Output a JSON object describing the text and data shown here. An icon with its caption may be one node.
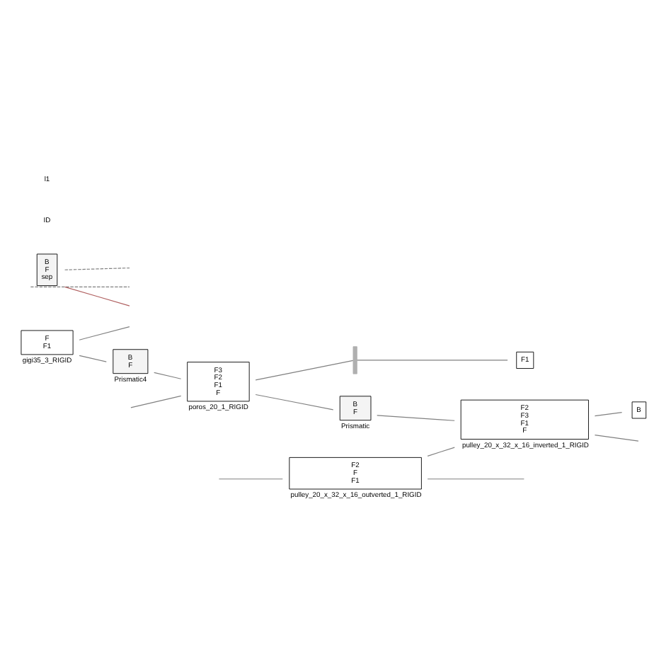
{
  "diagram": {
    "nodes": [
      {
        "text": [
          "F",
          "F1"
        ],
        "beside": [
          "gigi35_3_RIGID"
        ]
      },
      {
        "text": [
          "B",
          "F",
          "sep"
        ]
      },
      {
        "text": [
          "B",
          "F"
        ],
        "beside": [
          "Prismatic4"
        ]
      },
      {
        "text": [
          "F2",
          "F",
          "F1"
        ],
        "beside": [
          "pulley_20_x_32_x_16_outverted_1_RIGID"
        ]
      },
      {
        "text": [
          "F3",
          "F2",
          "F1",
          "F"
        ],
        "beside": [
          "poros_20_1_RIGID"
        ]
      },
      {
        "text": [
          "B",
          "F"
        ],
        "beside": [
          "Prismatic"
        ]
      },
      {
        "text": [
          "F2",
          "F3",
          "F1",
          "F"
        ],
        "beside": [
          "pulley_20_x_32_x_16_inverted_1_RIGID"
        ]
      },
      {
        "text": [
          "B"
        ]
      },
      {
        "text": [
          "F1"
        ]
      },
      {
        "text": [],
        "shape": "bar"
      }
    ],
    "edges": [
      {
        "from": 1,
        "to": null,
        "arrow": "none",
        "style": "dashed"
      },
      {
        "from": 1,
        "to": null,
        "arrow": "none",
        "color": "#b06060"
      },
      {
        "from": 1,
        "to": null,
        "arrow": "none",
        "style": "dashed"
      },
      {
        "from": 0,
        "to": 2,
        "arrow": "none"
      },
      {
        "from": 0,
        "to": null,
        "arrow": "none"
      },
      {
        "from": null,
        "to": 4,
        "arrow": "none"
      },
      {
        "from": null,
        "to": 3,
        "arrow": "none"
      },
      {
        "from": 2,
        "to": 4,
        "arrow": "none"
      },
      {
        "from": 4,
        "to": 5,
        "arrow": "none"
      },
      {
        "from": 4,
        "to": 9,
        "arrow": "none"
      },
      {
        "from": 9,
        "to": 8,
        "arrow": "none"
      },
      {
        "from": 3,
        "to": null,
        "arrow": "none"
      },
      {
        "from": 3,
        "to": 6,
        "arrow": "none"
      },
      {
        "from": 5,
        "to": 6,
        "arrow": "none"
      },
      {
        "from": 6,
        "to": 7,
        "arrow": "none"
      },
      {
        "from": 6,
        "to": null,
        "arrow": "none"
      }
    ],
    "labels": [
      "ID",
      "l1"
    ]
  }
}
